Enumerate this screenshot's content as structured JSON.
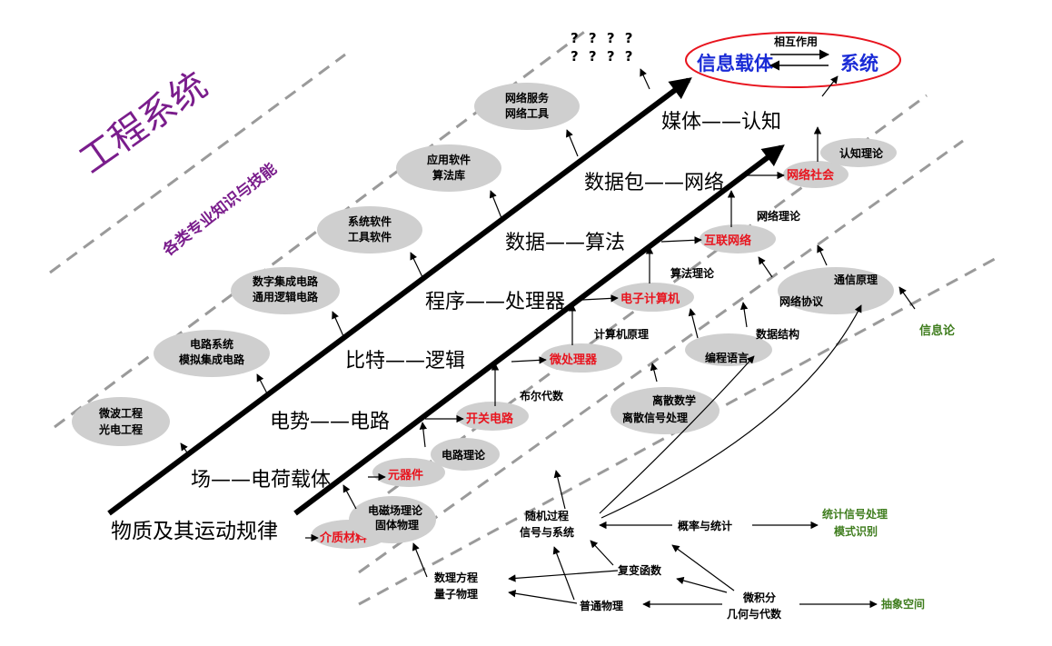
{
  "colors": {
    "dash": "#9a9a9a",
    "ellipse": "#cfcfcf",
    "accent_red": "#e8141e",
    "purple": "#7a1d8c",
    "green": "#3f7d1e",
    "blue": "#1a2bd6"
  },
  "side": {
    "title": "工程系统",
    "subtitle": "各类专业知识与技能",
    "info_theory": "信息论"
  },
  "top": {
    "q1": "? ? ? ?",
    "q2": "? ? ? ?",
    "info_carrier": "信息载体",
    "system": "系统",
    "interaction": "相互作用"
  },
  "pairs": {
    "p1": "物质及其运动规律",
    "p2": "场——电荷载体",
    "p3": "电势——电路",
    "p4": "比特——逻辑",
    "p5": "程序——处理器",
    "p6": "数据——算法",
    "p7": "数据包——网络",
    "p8": "媒体——认知"
  },
  "upper_ellipses": {
    "u1a": "微波工程",
    "u1b": "光电工程",
    "u2a": "电路系统",
    "u2b": "模拟集成电路",
    "u3a": "数字集成电路",
    "u3b": "通用逻辑电路",
    "u4a": "系统软件",
    "u4b": "工具软件",
    "u5a": "应用软件",
    "u5b": "算法库",
    "u6a": "网络服务",
    "u6b": "网络工具"
  },
  "red_nodes": {
    "r1": "介质材料",
    "r2": "元器件",
    "r3": "开关电路",
    "r4": "微处理器",
    "r5": "电子计算机",
    "r6": "互联网络",
    "r7": "网络社会"
  },
  "theory_nodes": {
    "em1": "电磁场理论",
    "em2": "固体物理",
    "circuit": "电路理论",
    "boolean": "布尔代数",
    "comp_principle": "计算机原理",
    "algo": "算法理论",
    "net": "网络理论",
    "cog": "认知理论",
    "dm1": "离散数学",
    "dm2": "离散信号处理",
    "prog": "编程语言",
    "ds": "数据结构",
    "proto": "网络协议",
    "comm": "通信原理"
  },
  "bottom": {
    "rp1": "随机过程",
    "rp2": "信号与系统",
    "prob": "概率与统计",
    "stat1": "统计信号处理",
    "stat2": "模式识别",
    "complex": "复变函数",
    "mp1": "数理方程",
    "mp2": "量子物理",
    "physics": "普通物理",
    "calc1": "微积分",
    "calc2": "几何与代数",
    "abstract": "抽象空间"
  }
}
